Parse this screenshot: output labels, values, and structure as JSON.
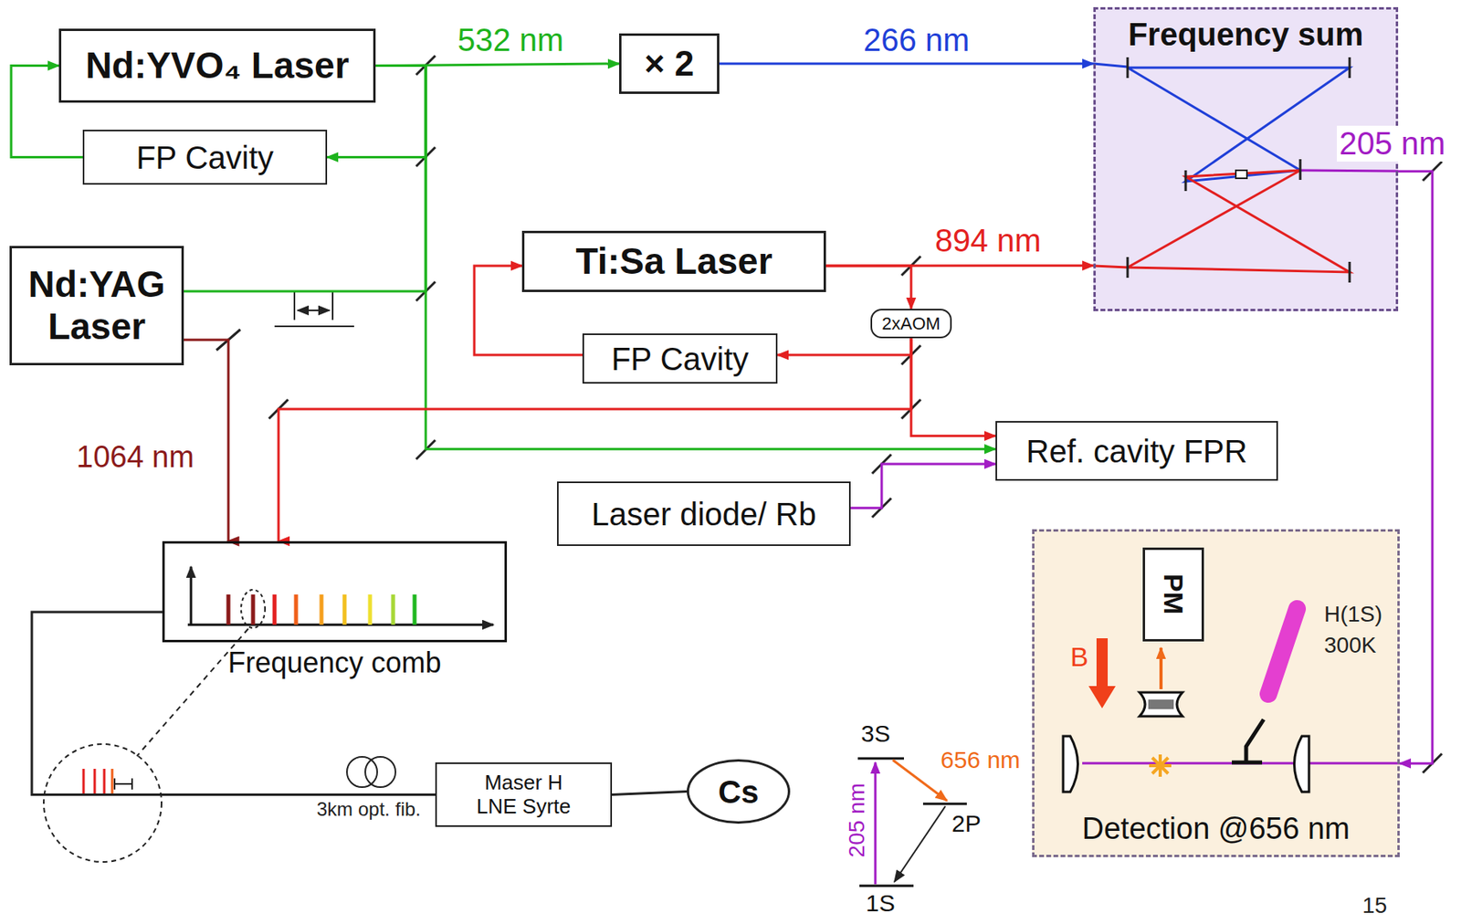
{
  "diagram": {
    "nodes": [
      {
        "text": [
          "Nd:YVO₄ Laser"
        ]
      },
      {
        "text": [
          "× 2"
        ]
      },
      {
        "text": [
          "Frequency sum"
        ]
      },
      {
        "text": [
          "FP Cavity"
        ]
      },
      {
        "text": [
          "Nd:YAG Laser"
        ]
      },
      {
        "text": [
          "Ti:Sa Laser"
        ]
      },
      {
        "text": [
          "2xAOM"
        ]
      },
      {
        "text": [
          "FP Cavity"
        ]
      },
      {
        "text": [
          "Ref. cavity FPR"
        ]
      },
      {
        "text": [
          "Laser diode/ Rb"
        ]
      },
      {
        "text": [
          "Frequency comb"
        ]
      },
      {
        "text": [
          "Detection @656 nm"
        ]
      },
      {
        "text": [
          "PM"
        ],
        "in": 11
      },
      {
        "text": [
          "Maser H LNE Syrte"
        ]
      },
      {
        "text": [
          "Cs"
        ]
      }
    ],
    "edges": [
      {
        "from": 0,
        "to": 1,
        "arrow": "to",
        "label": "532 nm"
      },
      {
        "from": 1,
        "to": 2,
        "arrow": "to",
        "label": "266 nm"
      },
      {
        "from": 3,
        "to": 0,
        "arrow": "to"
      },
      {
        "from": 0,
        "to": 3,
        "arrow": "to"
      },
      {
        "from": 0,
        "to": 8,
        "arrow": "to"
      },
      {
        "from": 4,
        "to": 0,
        "arrow": "none"
      },
      {
        "from": 4,
        "to": 10,
        "arrow": "to",
        "label": "1064 nm"
      },
      {
        "from": 5,
        "to": 2,
        "arrow": "to",
        "label": "894 nm"
      },
      {
        "from": 2,
        "to": 11,
        "arrow": "to",
        "label": "205 nm"
      },
      {
        "from": 5,
        "to": 6,
        "arrow": "to"
      },
      {
        "from": 6,
        "to": 7,
        "arrow": "to"
      },
      {
        "from": 7,
        "to": 5,
        "arrow": "to"
      },
      {
        "from": 6,
        "to": 8,
        "arrow": "to"
      },
      {
        "from": 6,
        "to": 10,
        "arrow": "to"
      },
      {
        "from": 9,
        "to": 8,
        "arrow": "to"
      },
      {
        "from": 10,
        "to": 13,
        "arrow": "none",
        "label": "3km opt. fib."
      },
      {
        "from": 13,
        "to": 14,
        "arrow": "none"
      }
    ],
    "labels": [
      "3S",
      "2P",
      "1S",
      "205 nm",
      "656 nm",
      "B",
      "H(1S) 300K",
      "15"
    ]
  }
}
